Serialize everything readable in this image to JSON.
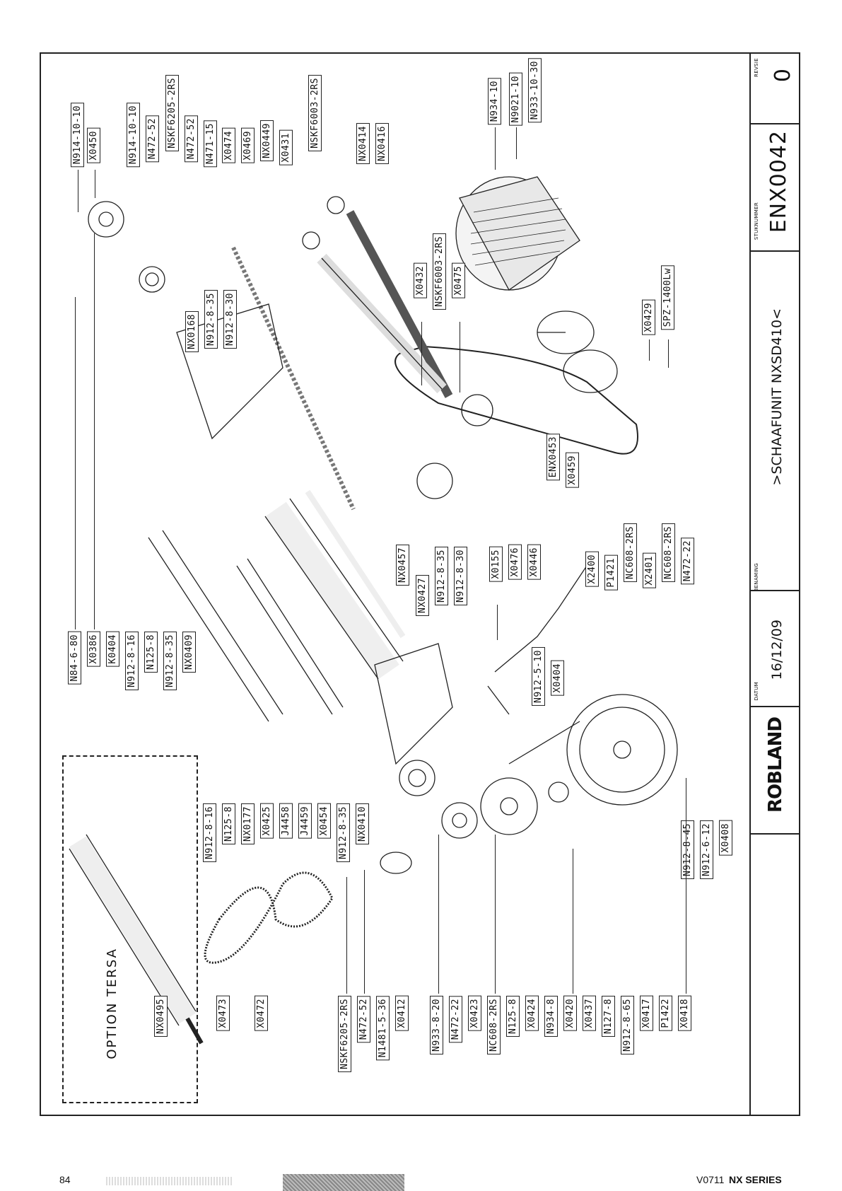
{
  "title_block": {
    "revision_label": "REVSIE",
    "revision": "0",
    "part_number_label": "STUKNUMMER",
    "part_number": "ENX0042",
    "name_label": "BENAMING",
    "name": ">SCHAAFUNIT NXSD410<",
    "date_label": "DATUM",
    "date": "16/12/09",
    "brand": "ROBLAND"
  },
  "option": {
    "title": "OPTION TERSA",
    "part": "NX0495"
  },
  "labels": {
    "top": [
      "N914-10-10",
      "X0450",
      "N914-10-10",
      "N472-52",
      "NSKF6205-2RS",
      "N472-52",
      "N471-15",
      "X0474",
      "X0469",
      "NX0449",
      "X0431",
      "NSKF6003-2RS",
      "NX0414",
      "NX0416"
    ],
    "motor": [
      "N934-10",
      "N9021-10",
      "N933-10-30"
    ],
    "middle_upper": [
      "NX0168",
      "N912-8-35",
      "N912-8-30"
    ],
    "shaft": [
      "X0432",
      "NSKF6003-2RS",
      "X0475"
    ],
    "pulley": [
      "X0429",
      "SPZ-1400Lw"
    ],
    "lever": [
      "ENX0453",
      "X0459"
    ],
    "sprocket": [
      "X0155",
      "X0476",
      "X0446"
    ],
    "crank": [
      "X2400",
      "P1421",
      "NC608-2RS",
      "X2401",
      "NC608-2RS",
      "N472-22"
    ],
    "roller": [
      "NX0457",
      "NX0427",
      "N912-8-35",
      "N912-8-30"
    ],
    "left_mid": [
      "N84-6-80",
      "X0386",
      "K0404",
      "N912-8-16",
      "N125-8",
      "N912-8-35",
      "NX0409"
    ],
    "bracket": [
      "N912-5-10",
      "X0404"
    ],
    "lower_mid": [
      "N912-8-16",
      "N125-8",
      "NX0177",
      "X0425",
      "J4458",
      "J4459",
      "X0454",
      "N912-8-35",
      "NX0410"
    ],
    "big_pulley": [
      "N912-8-45",
      "N912-6-12",
      "X0408"
    ],
    "chain": [
      "X0473",
      "X0472"
    ],
    "bottom": [
      "NSKF6205-2RS",
      "N472-52",
      "N1481-5-36",
      "X0412",
      "N933-8-20",
      "N472-22",
      "X0423",
      "NC608-2RS",
      "N125-8",
      "X0424",
      "N934-8",
      "X0420",
      "X0437",
      "N127-8",
      "N912-8-65",
      "X0417",
      "P1422",
      "X0418"
    ]
  },
  "footer": {
    "page_number": "84",
    "series_code": "V0711",
    "series_name": "NX SERIES"
  }
}
